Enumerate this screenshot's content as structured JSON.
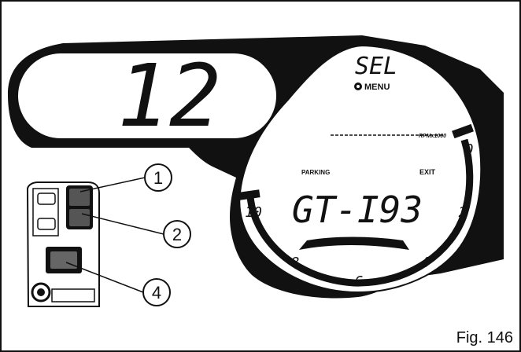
{
  "frame": {
    "figure_label": "Fig. 146"
  },
  "left_display": {
    "value": "12"
  },
  "dash": {
    "top_text": "SEL",
    "menu_label": "MENU",
    "rpm_label": "RPMx1000",
    "left_text": "PARKING",
    "right_text": "EXIT",
    "center_text": "GT-I93",
    "scale_ticks": [
      "0",
      "2",
      "4",
      "6",
      "8",
      "10"
    ]
  },
  "callouts": [
    {
      "number": "1"
    },
    {
      "number": "2"
    },
    {
      "number": "4"
    }
  ],
  "colors": {
    "ink": "#111111",
    "paper": "#ffffff"
  }
}
